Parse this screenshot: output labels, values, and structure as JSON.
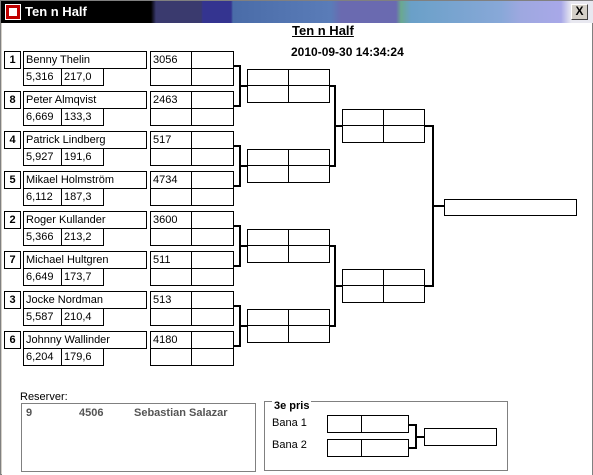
{
  "window": {
    "title": "Ten n Half",
    "close_label": "X"
  },
  "header": {
    "heading": "Ten n Half",
    "datetime": "2010-09-30 14:34:24"
  },
  "players": [
    {
      "seed": "1",
      "name": "Benny Thelin",
      "avg": "5,316",
      "score": "217,0",
      "id": "3056"
    },
    {
      "seed": "8",
      "name": "Peter Almqvist",
      "avg": "6,669",
      "score": "133,3",
      "id": "2463"
    },
    {
      "seed": "4",
      "name": "Patrick Lindberg",
      "avg": "5,927",
      "score": "191,6",
      "id": "517"
    },
    {
      "seed": "5",
      "name": "Mikael Holmström",
      "avg": "6,112",
      "score": "187,3",
      "id": "4734"
    },
    {
      "seed": "2",
      "name": "Roger Kullander",
      "avg": "5,366",
      "score": "213,2",
      "id": "3600"
    },
    {
      "seed": "7",
      "name": "Michael Hultgren",
      "avg": "6,649",
      "score": "173,7",
      "id": "511"
    },
    {
      "seed": "3",
      "name": "Jocke Nordman",
      "avg": "5,587",
      "score": "210,4",
      "id": "513"
    },
    {
      "seed": "6",
      "name": "Johnny Wallinder",
      "avg": "6,204",
      "score": "179,6",
      "id": "4180"
    }
  ],
  "reserves": {
    "label": "Reserver:",
    "rows": [
      {
        "seed": "9",
        "id": "4506",
        "name": "Sebastian Salazar"
      }
    ]
  },
  "third_place": {
    "title": "3e pris",
    "lane1": "Bana 1",
    "lane2": "Bana 2"
  }
}
